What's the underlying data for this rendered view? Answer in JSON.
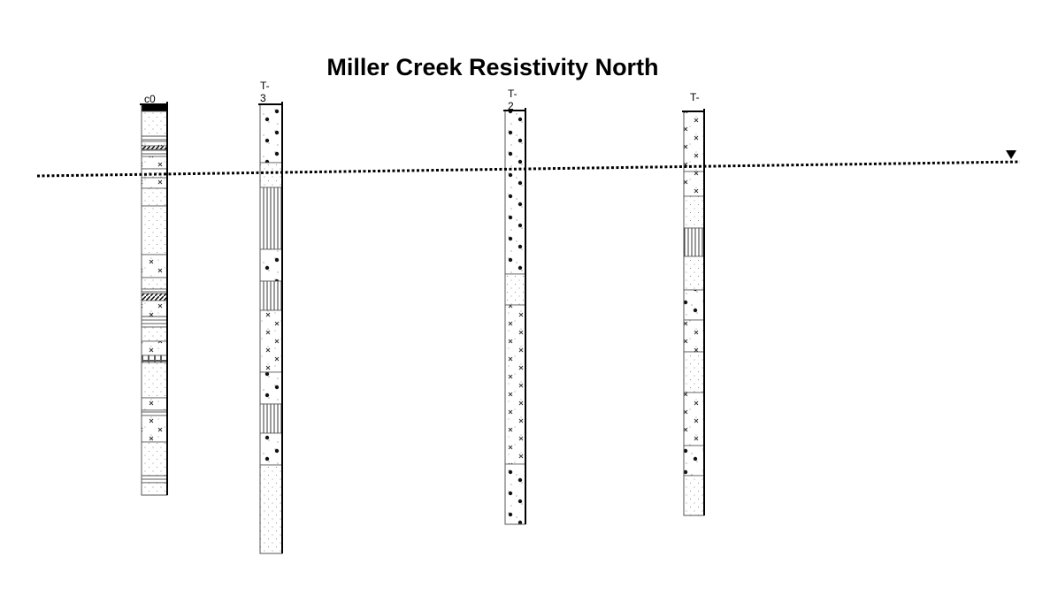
{
  "diagram": {
    "title": "Miller Creek Resistivity North",
    "water_table": {
      "marker": "inverted-triangle",
      "style": "dotted"
    },
    "lithology_legend": {
      "solid": "black fill",
      "sand": "fine stipple",
      "gravel": "stipple with dots",
      "silty": "stipple with crosses",
      "clay": "vertical ruling",
      "hatched": "diagonal hatch",
      "lines": "horizontal lines",
      "blocks": "boxed blocks"
    },
    "wells": [
      {
        "label": "c0",
        "layers": [
          [
            "solid",
            8
          ],
          [
            "sand",
            28
          ],
          [
            "lines",
            6
          ],
          [
            "silty",
            5
          ],
          [
            "hatched",
            4
          ],
          [
            "lines",
            8
          ],
          [
            "silty",
            14
          ],
          [
            "sand",
            10
          ],
          [
            "silty",
            12
          ],
          [
            "sand",
            20
          ],
          [
            "sand",
            55
          ],
          [
            "silty",
            26
          ],
          [
            "sand",
            13
          ],
          [
            "lines",
            5
          ],
          [
            "hatched",
            8
          ],
          [
            "silty",
            18
          ],
          [
            "lines",
            12
          ],
          [
            "sand",
            16
          ],
          [
            "silty",
            16
          ],
          [
            "blocks",
            8
          ],
          [
            "sand",
            40
          ],
          [
            "silty",
            14
          ],
          [
            "lines",
            6
          ],
          [
            "silty",
            30
          ],
          [
            "sand",
            38
          ],
          [
            "lines",
            8
          ],
          [
            "sand",
            14
          ]
        ]
      },
      {
        "label": "T-3",
        "layers": [
          [
            "gravel",
            66
          ],
          [
            "sand",
            28
          ],
          [
            "clay",
            70
          ],
          [
            "gravel",
            36
          ],
          [
            "clay",
            33
          ],
          [
            "silty",
            70
          ],
          [
            "gravel",
            36
          ],
          [
            "clay",
            33
          ],
          [
            "gravel",
            36
          ],
          [
            "sand",
            100
          ]
        ]
      },
      {
        "label": "T-2",
        "layers": [
          [
            "gravel",
            185
          ],
          [
            "sand",
            35
          ],
          [
            "silty",
            180
          ],
          [
            "gravel",
            68
          ]
        ]
      },
      {
        "label": "T-",
        "layers": [
          [
            "silty",
            68
          ],
          [
            "silty",
            28
          ],
          [
            "sand",
            36
          ],
          [
            "clay",
            32
          ],
          [
            "sand",
            38
          ],
          [
            "gravel",
            34
          ],
          [
            "silty",
            36
          ],
          [
            "sand",
            46
          ],
          [
            "silty",
            60
          ],
          [
            "gravel",
            34
          ],
          [
            "sand",
            45
          ]
        ]
      }
    ]
  }
}
